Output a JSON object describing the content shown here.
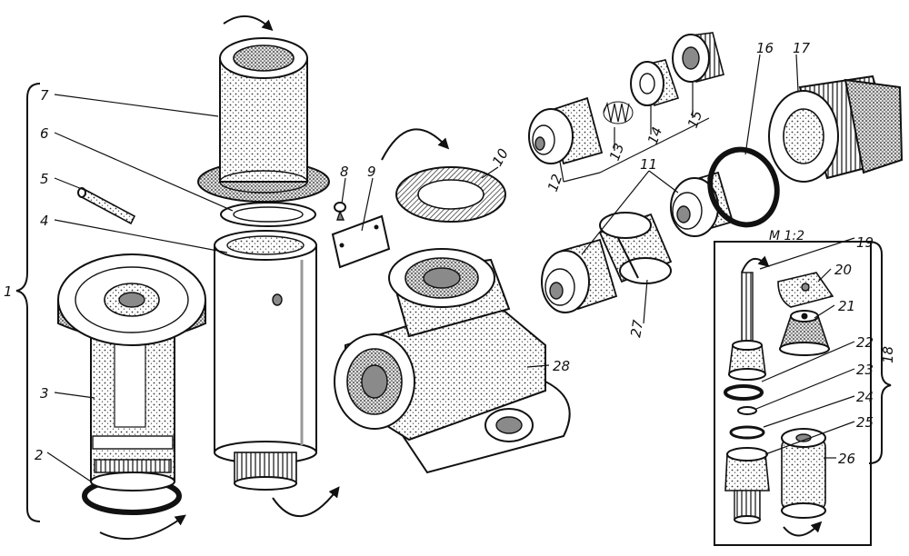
{
  "diagram": {
    "inset_scale": "M 1:2",
    "labels": {
      "p1": "1",
      "p2": "2",
      "p3": "3",
      "p4": "4",
      "p5": "5",
      "p6": "6",
      "p7": "7",
      "p8": "8",
      "p9": "9",
      "p10": "10",
      "p11": "11",
      "p12": "12",
      "p13": "13",
      "p14": "14",
      "p15": "15",
      "p16": "16",
      "p17": "17",
      "p18": "18",
      "p19": "19",
      "p20": "20",
      "p21": "21",
      "p22": "22",
      "p23": "23",
      "p24": "24",
      "p25": "25",
      "p26": "26",
      "p27": "27",
      "p28": "28"
    }
  }
}
